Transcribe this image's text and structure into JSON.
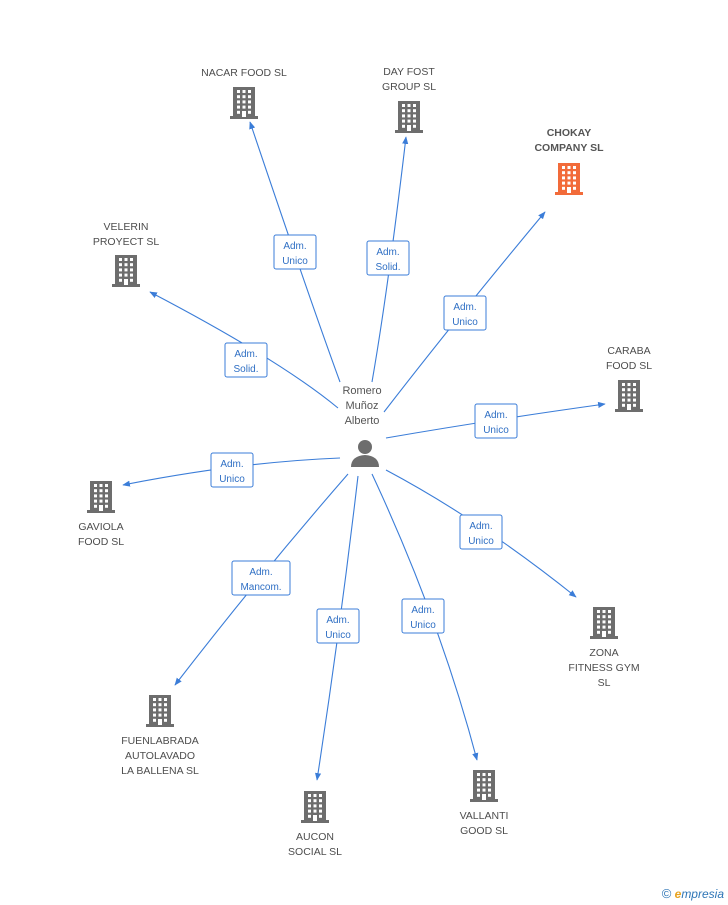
{
  "center": {
    "name_lines": [
      "Romero",
      "Muñoz",
      "Alberto"
    ],
    "icon": "person-icon"
  },
  "colors": {
    "edge": "#3b7dd8",
    "building": "#6d6d6d",
    "highlight_building": "#f26b3a"
  },
  "companies": [
    {
      "id": "nacar",
      "name_lines": [
        "NACAR FOOD SL"
      ],
      "role_lines": [
        "Adm.",
        "Unico"
      ],
      "highlight": false
    },
    {
      "id": "dayfost",
      "name_lines": [
        "DAY FOST",
        "GROUP SL"
      ],
      "role_lines": [
        "Adm.",
        "Solid."
      ],
      "highlight": false
    },
    {
      "id": "chokay",
      "name_lines": [
        "CHOKAY",
        "COMPANY SL"
      ],
      "role_lines": [
        "Adm.",
        "Unico"
      ],
      "highlight": true
    },
    {
      "id": "velerin",
      "name_lines": [
        "VELERIN",
        "PROYECT SL"
      ],
      "role_lines": [
        "Adm.",
        "Solid."
      ],
      "highlight": false
    },
    {
      "id": "caraba",
      "name_lines": [
        "CARABA",
        "FOOD SL"
      ],
      "role_lines": [
        "Adm.",
        "Unico"
      ],
      "highlight": false
    },
    {
      "id": "gaviola",
      "name_lines": [
        "GAVIOLA",
        "FOOD SL"
      ],
      "role_lines": [
        "Adm.",
        "Unico"
      ],
      "highlight": false
    },
    {
      "id": "zona",
      "name_lines": [
        "ZONA",
        "FITNESS GYM",
        "SL"
      ],
      "role_lines": [
        "Adm.",
        "Unico"
      ],
      "highlight": false
    },
    {
      "id": "fuenlabrada",
      "name_lines": [
        "FUENLABRADA",
        "AUTOLAVADO",
        "LA BALLENA  SL"
      ],
      "role_lines": [
        "Adm.",
        "Mancom."
      ],
      "highlight": false
    },
    {
      "id": "aucon",
      "name_lines": [
        "AUCON",
        "SOCIAL SL"
      ],
      "role_lines": [
        "Adm.",
        "Unico"
      ],
      "highlight": false
    },
    {
      "id": "vallanti",
      "name_lines": [
        "VALLANTI",
        "GOOD SL"
      ],
      "role_lines": [
        "Adm.",
        "Unico"
      ],
      "highlight": false
    }
  ],
  "footer": {
    "copyright": "©",
    "brand_initial": "e",
    "brand_rest": "mpresia"
  }
}
